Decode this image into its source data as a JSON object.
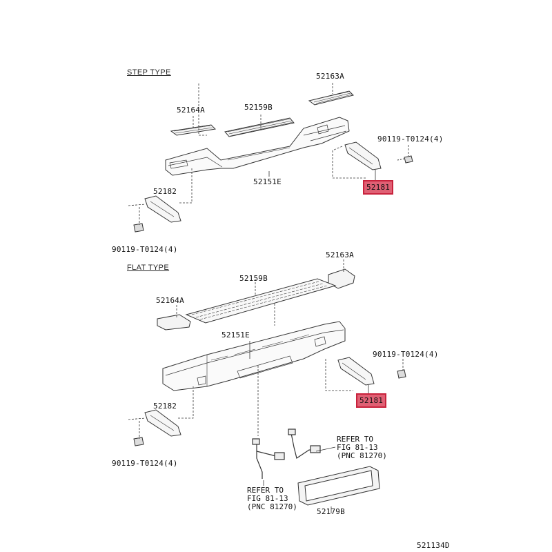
{
  "sections": {
    "step": "STEP TYPE",
    "flat": "FLAT TYPE"
  },
  "labels": {
    "step_52163A": "52163A",
    "step_52164A": "52164A",
    "step_52159B": "52159B",
    "step_bolt_right": "90119-T0124(4)",
    "step_52181": "52181",
    "step_52151E": "52151E",
    "step_52182": "52182",
    "step_bolt_left": "90119-T0124(4)",
    "flat_52163A": "52163A",
    "flat_52159B": "52159B",
    "flat_52164A": "52164A",
    "flat_52151E": "52151E",
    "flat_bolt_right": "90119-T0124(4)",
    "flat_52181": "52181",
    "flat_52182": "52182",
    "flat_bolt_left": "90119-T0124(4)",
    "refer_right_1": "REFER TO",
    "refer_right_2": "FIG 81-13",
    "refer_right_3": "(PNC 81270)",
    "refer_left_1": "REFER TO",
    "refer_left_2": "FIG 81-13",
    "refer_left_3": "(PNC 81270)",
    "flat_52179B": "52179B",
    "diagram_id": "521134D"
  },
  "colors": {
    "highlight": "#e06074",
    "line": "#333333"
  }
}
